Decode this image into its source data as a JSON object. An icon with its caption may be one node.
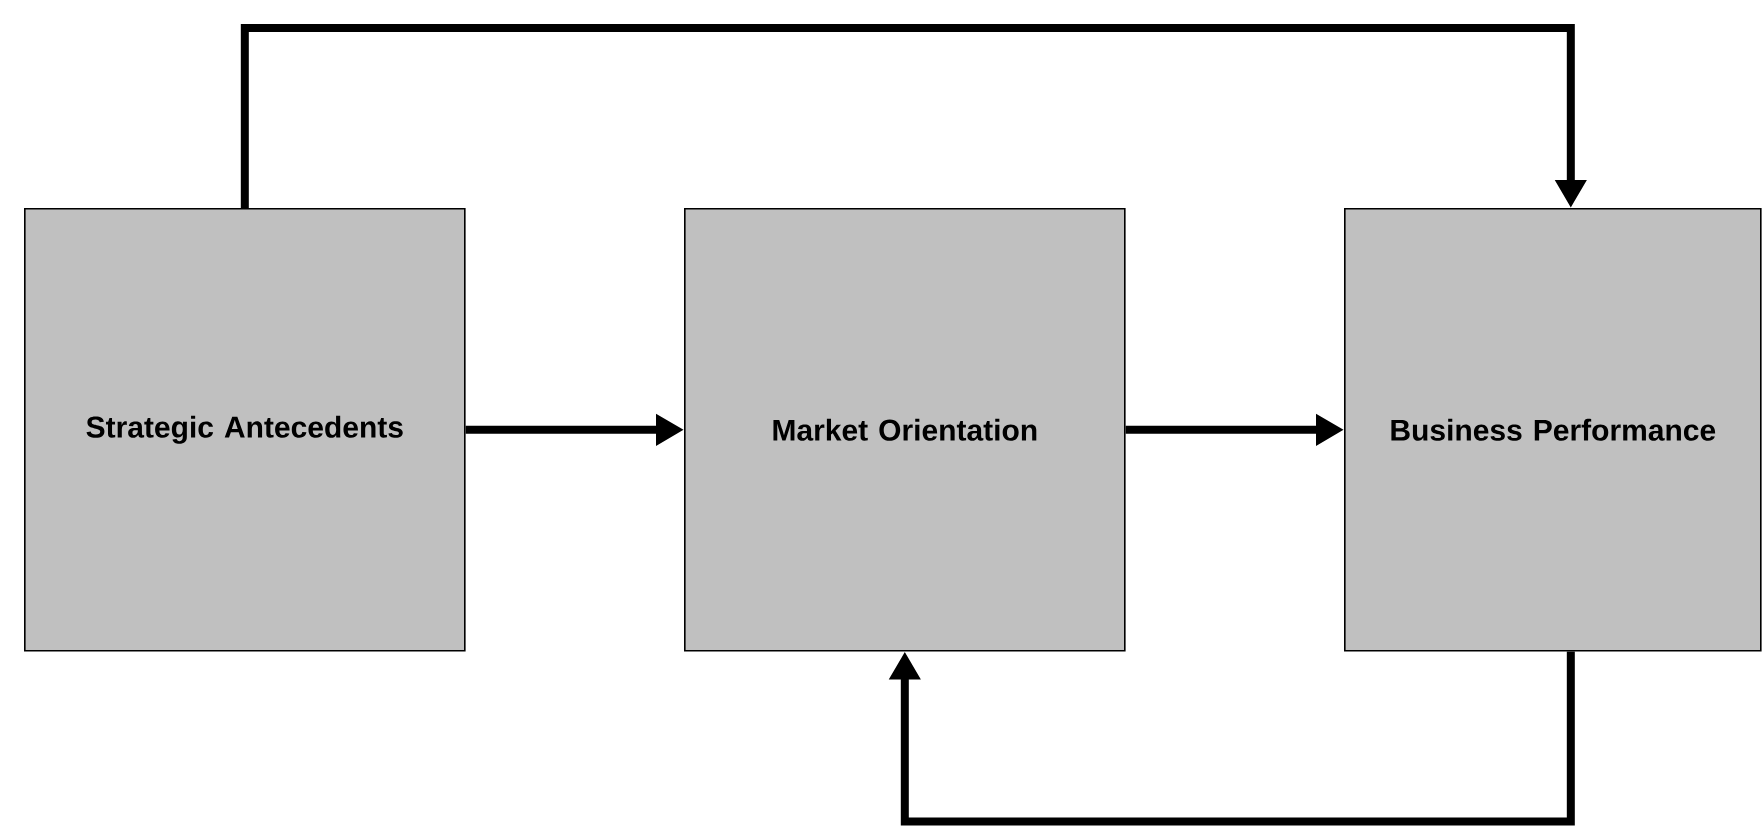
{
  "diagram": {
    "nodes": [
      {
        "text": [
          "Strategic Antecedents"
        ]
      },
      {
        "text": [
          "Market Orientation"
        ]
      },
      {
        "text": [
          "Business Performance"
        ]
      }
    ],
    "edges": [
      {
        "from": 0,
        "to": 1,
        "arrow": "to"
      },
      {
        "from": 1,
        "to": 2,
        "arrow": "to"
      },
      {
        "from": 0,
        "to": 2,
        "arrow": "to"
      },
      {
        "from": 2,
        "to": 1,
        "arrow": "to"
      }
    ]
  }
}
